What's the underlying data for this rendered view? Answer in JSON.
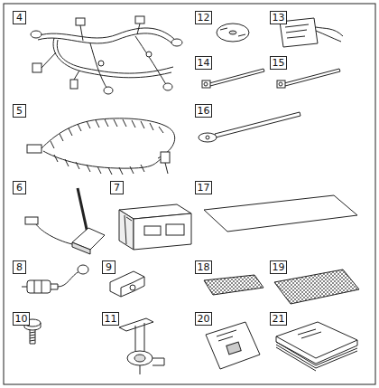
{
  "diagram": {
    "nodes": [
      {
        "text": [
          "4"
        ]
      },
      {
        "text": [
          "5"
        ]
      },
      {
        "text": [
          "6"
        ]
      },
      {
        "text": [
          "7"
        ]
      },
      {
        "text": [
          "8"
        ]
      },
      {
        "text": [
          "9"
        ]
      },
      {
        "text": [
          "10"
        ]
      },
      {
        "text": [
          "11"
        ]
      },
      {
        "text": [
          "12"
        ]
      },
      {
        "text": [
          "13"
        ]
      },
      {
        "text": [
          "14"
        ]
      },
      {
        "text": [
          "15"
        ]
      },
      {
        "text": [
          "16"
        ]
      },
      {
        "text": [
          "17"
        ]
      },
      {
        "text": [
          "18"
        ]
      },
      {
        "text": [
          "19"
        ]
      },
      {
        "text": [
          "20"
        ]
      },
      {
        "text": [
          "21"
        ]
      }
    ]
  }
}
